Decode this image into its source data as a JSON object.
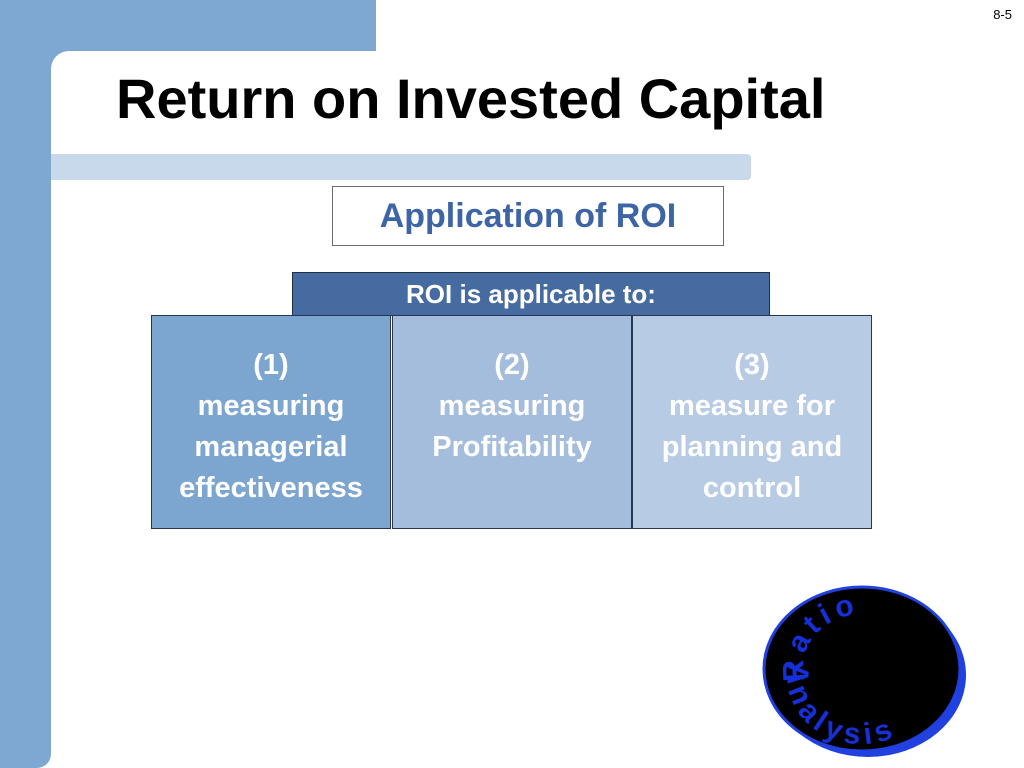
{
  "page": {
    "number": "8-5",
    "title": "Return on Invested Capital"
  },
  "subtitle": "Application of ROI",
  "header": "ROI is applicable to:",
  "cards": [
    {
      "index": "(1)",
      "lines": [
        "measuring",
        "managerial",
        "effectiveness"
      ]
    },
    {
      "index": "(2)",
      "lines": [
        "measuring",
        "Profitability"
      ]
    },
    {
      "index": "(3)",
      "lines": [
        "measure for",
        "planning and",
        "control"
      ]
    }
  ],
  "badge": {
    "top_text": "Ratio",
    "bottom_text": "Analysis"
  },
  "colors": {
    "accent_blue": "#7ea8d2",
    "subtitle_text": "#3d64a4",
    "header_fill": "#456ba1",
    "badge_fill": "#000000",
    "badge_ring": "#2140e0",
    "badge_text": "#1530d8"
  }
}
